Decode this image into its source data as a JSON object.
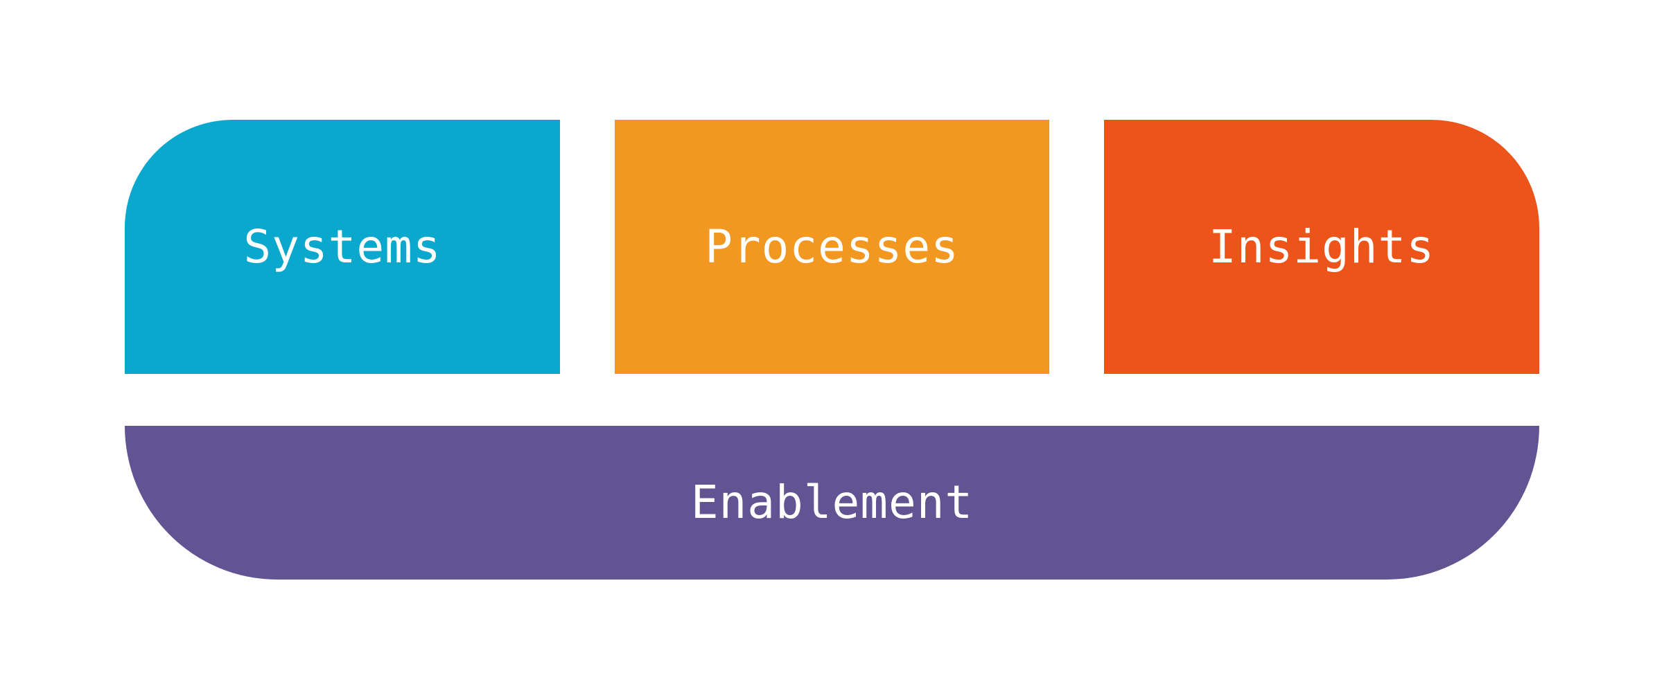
{
  "pillars": [
    {
      "label": "Systems",
      "color": "#0AA8CD"
    },
    {
      "label": "Processes",
      "color": "#F2971F"
    },
    {
      "label": "Insights",
      "color": "#EC541A"
    }
  ],
  "foundation": {
    "label": "Enablement",
    "color": "#625393"
  },
  "text_color": "#FFFFFF",
  "background": "#FFFFFF"
}
